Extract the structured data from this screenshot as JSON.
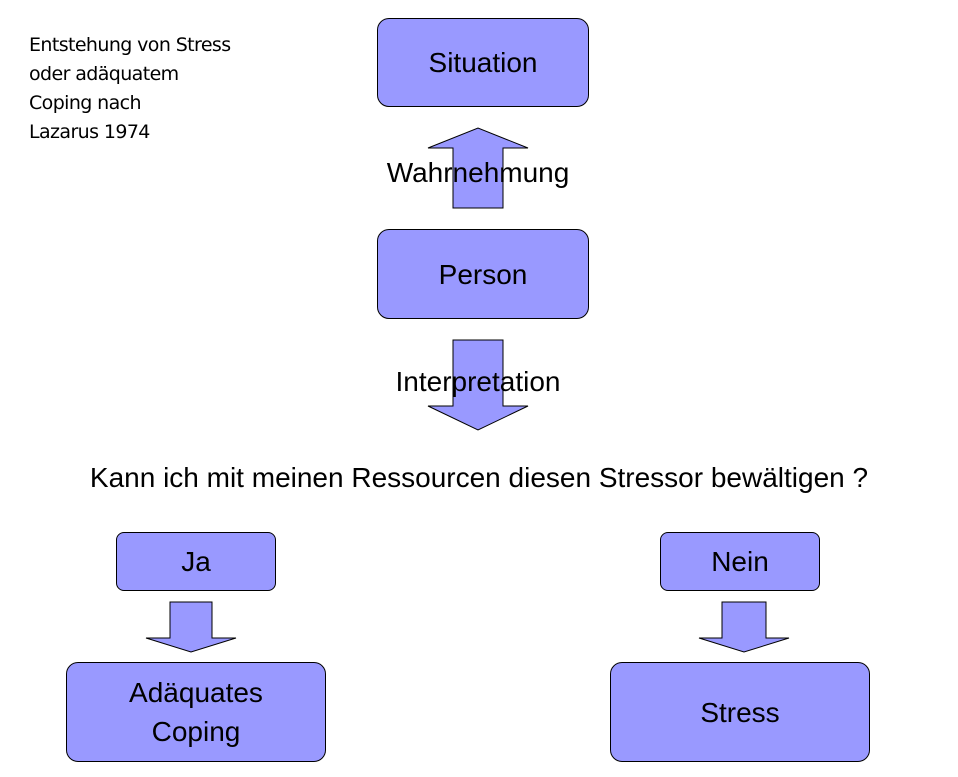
{
  "caption": {
    "line1": "Entstehung von Stress",
    "line2": "oder adäquatem",
    "line3": "Coping nach",
    "line4": "Lazarus 1974"
  },
  "nodes": {
    "situation": "Situation",
    "person": "Person",
    "ja": "Ja",
    "nein": "Nein",
    "coping_line1": "Adäquates",
    "coping_line2": "Coping",
    "stress": "Stress"
  },
  "edges": {
    "perception": "Wahrnehmung",
    "interpretation": "Interpretation"
  },
  "question": "Kann ich mit meinen Ressourcen diesen Stressor bewältigen ?",
  "colors": {
    "node_fill": "#9999ff",
    "stroke": "#000000"
  }
}
